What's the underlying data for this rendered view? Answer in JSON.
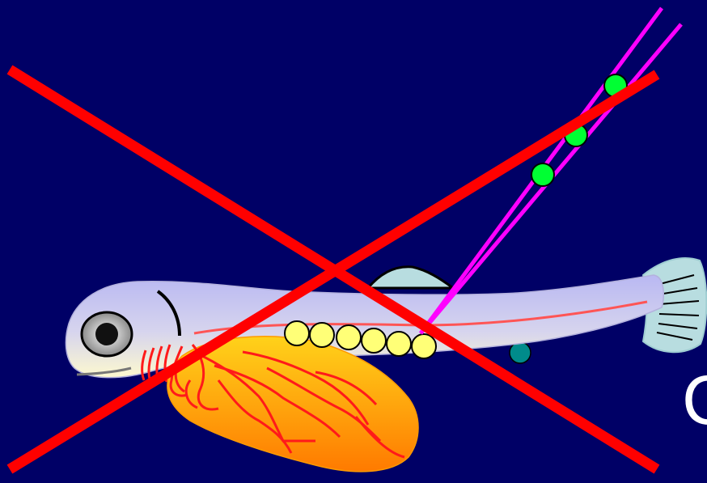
{
  "slide": {
    "background": "#000066",
    "edge_text": "C"
  },
  "colors": {
    "fish_body_top": "#b9b8f2",
    "fish_body_bottom": "#fdf9cf",
    "fin": "#b8dde0",
    "yolk_top": "#ffd21a",
    "yolk_bottom": "#ff7a00",
    "vessel": "#ff1a1a",
    "lateral_line": "#ff5555",
    "yellow_cell": "#ffff77",
    "green_cell": "#00ff33",
    "teal_cell": "#008b8b",
    "pipette": "#ff00ff",
    "cross": "#ff0000"
  },
  "icons": {
    "fish": "zebrafish-larva-icon",
    "yolk": "yolk-sac-icon",
    "needle": "micropipette-icon",
    "cross": "red-x-cross-icon"
  },
  "cells": {
    "yellow_count": 6,
    "green_count": 3
  }
}
